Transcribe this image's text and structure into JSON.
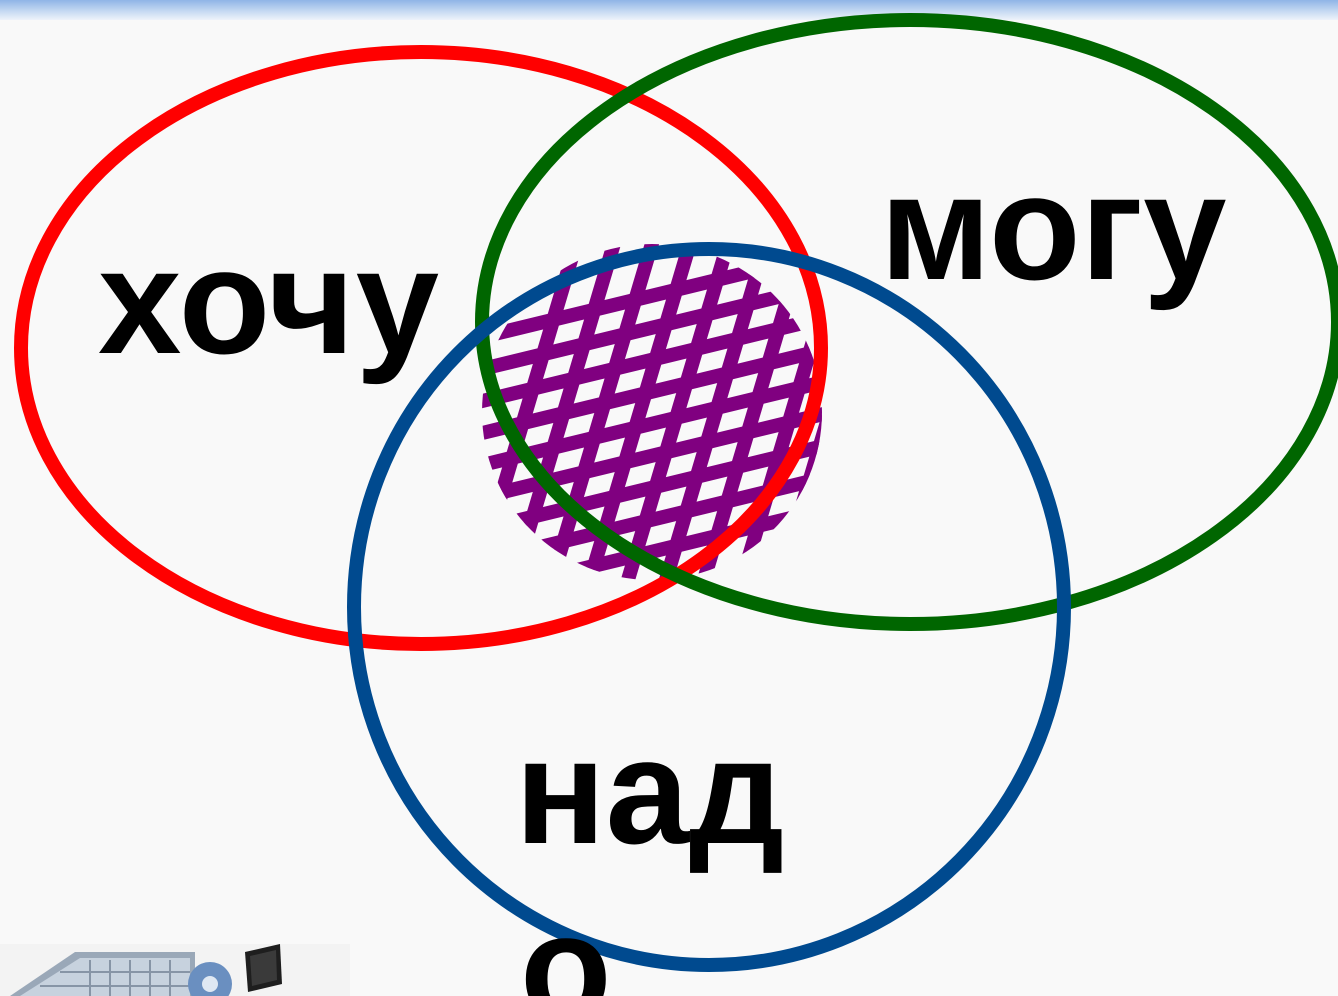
{
  "labels": {
    "want": "хочу",
    "can": "могу",
    "need_line1": "над",
    "need_line2": "о"
  },
  "circles": [
    {
      "name": "want",
      "color": "#ff0000"
    },
    {
      "name": "can",
      "color": "#006600"
    },
    {
      "name": "need",
      "color": "#004a8f"
    }
  ],
  "hatch_color": "#800080",
  "icons": [
    "computer-clipart-icon"
  ]
}
